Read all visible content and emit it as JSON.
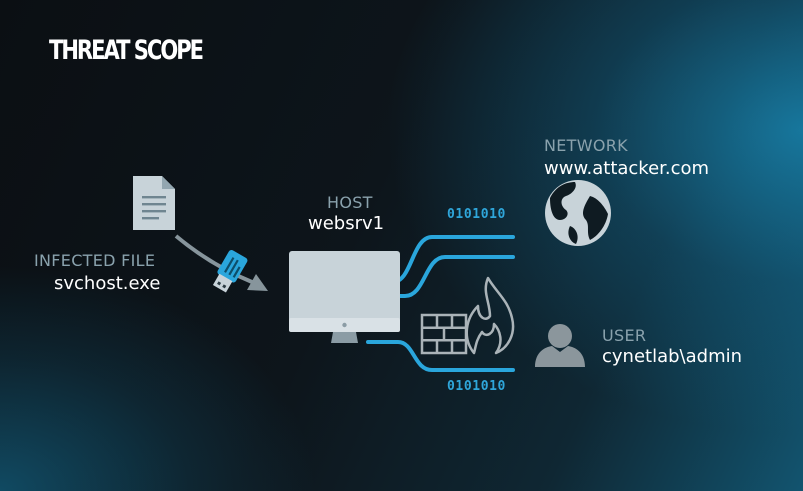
{
  "title": "THREAT SCOPE",
  "infected_file": {
    "caption": "INFECTED FILE",
    "value": "svchost.exe"
  },
  "host": {
    "caption": "HOST",
    "value": "websrv1"
  },
  "network": {
    "caption": "NETWORK",
    "value": "www.attacker.com"
  },
  "user": {
    "caption": "USER",
    "value": "cynetlab\\admin"
  },
  "traffic_top": "0101010",
  "traffic_bottom": "0101010",
  "colors": {
    "accent": "#2aa6dc",
    "icon_fill": "#c8d3d9",
    "caption": "#8aa2ad",
    "text": "#ffffff"
  },
  "icons": [
    "document-icon",
    "arrow-icon",
    "usb-drive-icon",
    "monitor-icon",
    "firewall-icon",
    "flame-icon",
    "globe-icon",
    "user-icon"
  ]
}
